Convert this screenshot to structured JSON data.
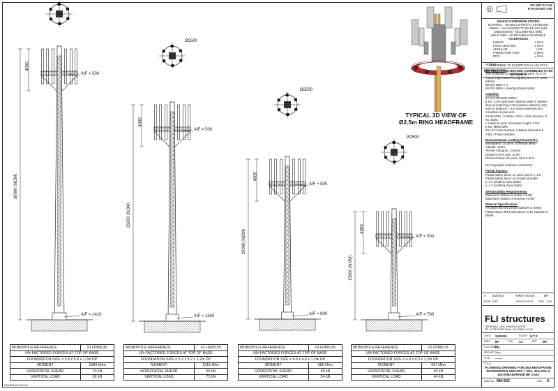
{
  "poles": [
    {
      "ref": "FLI-DM3-30",
      "height_label": "30000 (NOM)",
      "top_af": "A/F = 500",
      "base_af": "A/F = 1410",
      "foundation": "FOUNDATION SIZE = 5.8 x 5.8 x 1.2m DP",
      "moment": "1384 kNm",
      "shear": "70 kN",
      "vertical": "96 kN",
      "headframe_dim": "4000",
      "ring_dim": "Ø2500"
    },
    {
      "ref": "FLI-DM3-25",
      "height_label": "25000 (NOM)",
      "top_af": "A/F = 500",
      "base_af": "A/F = 1160",
      "foundation": "FOUNDATION SIZE = 5.2 x 5.2 x 1.2m DP",
      "moment": "1015 kNm",
      "shear": "59 kN",
      "vertical": "71 kN",
      "headframe_dim": "4000",
      "ring_dim": "Ø2500"
    },
    {
      "ref": "FLI-DM3-20",
      "height_label": "20000 (NOM)",
      "top_af": "A/F = 500",
      "base_af": "A/F = 800",
      "foundation": "FOUNDATION SIZE = 4.6 x 4.6 x 1.2m DP",
      "moment": "689 kNm",
      "shear": "48 kN",
      "vertical": "54 kN",
      "headframe_dim": "4000",
      "ring_dim": "Ø2500"
    },
    {
      "ref": "FLI-DM3-15",
      "height_label": "15000 (NOM)",
      "top_af": "A/F = 500",
      "base_af": "A/F = 780",
      "foundation": "FOUNDATION SIZE = 4.0 x 4.0 x 1.2m DP",
      "moment": "437 kNm",
      "shear": "40 kN",
      "vertical": "44 kN",
      "headframe_dim": "4000",
      "ring_dim": "Ø2500"
    }
  ],
  "table_labels": {
    "ref": "MONOPOLE REFERENCE",
    "forces": "UN-FACTORED FORCES AT TOP OF BASE",
    "moment": "MOMENT",
    "shear": "HORIZONTAL SHEAR",
    "vertical": "VERTICAL LOAD"
  },
  "view3d_caption": [
    "TYPICAL 3D VIEW OF",
    "Ø2.5m RING HEADFRAME"
  ],
  "title_block": {
    "do_not_scale": "DO NOT SCALE",
    "if_in_doubt": "IF IN DOUBT ASK",
    "unless": "UNLESS OTHERWISE STATED:",
    "spec_lines": [
      "MATERIAL - GRADE AS PER FLI STANDARD",
      "FINISH - GALVANISED TO BS EN ISO 1461",
      "DIMENSIONS - MILLIMETRES (MM)",
      "WELD SIZE - AS PER WELD SCHEDULE"
    ],
    "tol_head": "TOLERANCES",
    "tolerances": [
      [
        "LINEAR",
        "± 2mm"
      ],
      [
        "HOLE CENTRES",
        "± 1mm"
      ],
      [
        "ANGULAR",
        "± 0.5°"
      ],
      [
        "FABRICATED ASSY",
        "± 5mm"
      ],
      [
        "PCD",
        "± 1mm"
      ]
    ],
    "confirmed": "CONFIRMED TO EXCEPTION CLASS EXC2",
    "bolting": "HDG PRELOADED BOLTING ASSEMBLIES TO BS EN 15048-2"
  },
  "notes": {
    "notes_head": "NOTES:-",
    "design_head": "Design Codes",
    "design_lines": [
      "The Institution of Lighting Engineers, PLG 07 (2013) High Masts for Lighting & CCTV- 2000 Edition.",
      "BS EN 1991-1-4",
      "BS EN 1993-1 (Holding Down Bolts)"
    ],
    "capacity_head": "Capacity:",
    "capacity_lines": [
      "EACH HEADFRAMES:",
      "6 No. 3.3m Apertures, 550mm wide X 350mm deep (comprising 2.0m passive antenna (4G) and an adjacent 1.1m active antenna (5G) mounted on pole arm.",
      "24 No RRU, 12 MHA, 6 No. Active Routers, 6 No. Bolts",
      "Located at each monopole height -2.5m",
      "6 No. Ø600 DRL",
      "24 LCF 5-50 Feeders, 5 Below internal & 6 Fibre / Power feeders."
    ],
    "env_head": "Environmental Loading Parameters:",
    "env_lines": [
      "Windspeed: 24.4m/s 10 Minute Mean",
      "Altitude: 175m",
      "Terrain Category: Country",
      "Distance from sea: 10 km",
      "Return Period: 50 years ULS & SLS",
      "",
      "No orographic features considered"
    ],
    "partial_head": "Partial Factors:",
    "partial_lines": [
      "Partial safety factor on wind speed γ: 1.8",
      "Partial safety factor on design strength:",
      "γ: 1.2 (Shaft & base plate)",
      "γ: 1.3 (Holding down bolts)"
    ],
    "service_head": "Serviceability Requirements:",
    "service_lines": [
      "Maximum rotation of dishes <0.85°",
      "Maximum rotation of antenna <0.85°"
    ],
    "material_head": "Material Specification:",
    "material_lines": [
      "All plates BS EN 10025 S355JR or Better",
      "Plates 35mm thick and above to be S355J2 or Better."
    ]
  },
  "revision": {
    "rev": "A",
    "date": "24/04/24",
    "desc": "FIRST ISSUE",
    "by": "BP",
    "col_headers": [
      "ISSUE",
      "DATE",
      "MODIFICATION",
      "DRN",
      "CHK"
    ]
  },
  "company": {
    "name": "FLI structures",
    "address": "TREWONALL LANE, WHEATON ASTON",
    "tel": "TEL: 01785 000000 EMAIL: SALES@FLI.CO.UK"
  },
  "details": {
    "date_label": "DATE:",
    "date": "24/04/24",
    "scale_label": "SCALE:",
    "scale": "N.T.S",
    "drn_label": "DRN:",
    "drn": "BP",
    "chk_label": "CHK:",
    "chk": "CC",
    "app_label": "APP:",
    "app": "BP",
    "customer_label": "CUSTOMER:",
    "customer": "FLI",
    "project_label": "PROJECT No:",
    "project": "-------",
    "site_label": "SITE:",
    "site": "-------",
    "title_label": "TITLE:",
    "title": "PLANNING DRAWING FOR DM3 HEADFRAME 30 MONOPOLE HEIGHTS = 30m, 25m,20m & 15m (HEADFRAME ØR 2.5m)",
    "dwg_label": "DWG No:",
    "dwg": "DM-SS2",
    "rev_label": "REV:",
    "rev": "A"
  },
  "footer": "GENERAL 2XX-XX"
}
